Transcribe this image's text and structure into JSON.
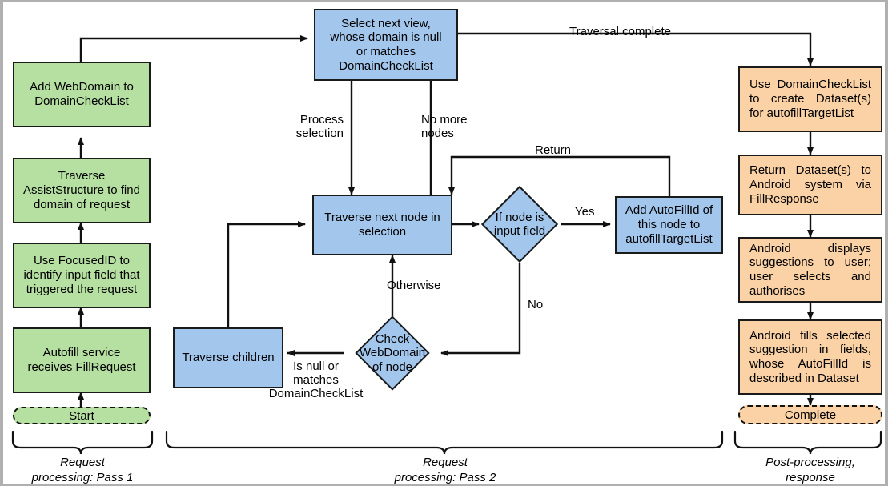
{
  "diagram": {
    "title": "Android Autofill service request-processing flowchart",
    "colors": {
      "pass1_fill": "#b6e0a2",
      "pass2_fill": "#a3c6ec",
      "post_fill": "#fbd2a6",
      "stroke": "#1a1a1a",
      "background": "#ffffff"
    }
  },
  "pass1": {
    "start": "Start",
    "nodes": [
      {
        "id": "autofill-service-receives-fillrequest",
        "label": "Autofill service\nreceives FillRequest"
      },
      {
        "id": "use-focusedid",
        "label": "Use FocusedID to\nidentify input field that\ntriggered the request"
      },
      {
        "id": "traverse-assiststructure",
        "label": "Traverse\nAssistStructure to find\ndomain of request"
      },
      {
        "id": "add-webdomain",
        "label": "Add WebDomain to\nDomainCheckList"
      }
    ],
    "caption": "Request\nprocessing: Pass 1"
  },
  "pass2": {
    "nodes": [
      {
        "id": "select-next-view",
        "label": "Select next view,\nwhose domain is null\nor matches\nDomainCheckList"
      },
      {
        "id": "traverse-next-node",
        "label": "Traverse next node in\nselection"
      },
      {
        "id": "add-autofillid",
        "label": "Add AutoFillId of\nthis node to\nautofillTargetList"
      },
      {
        "id": "traverse-children",
        "label": "Traverse children"
      }
    ],
    "decisions": [
      {
        "id": "if-node-is-input-field",
        "label": "If node is\ninput field"
      },
      {
        "id": "check-webdomain-of-node",
        "label": "Check\nWebDomain\nof node"
      }
    ],
    "edge_labels": {
      "process_selection": "Process\nselection",
      "no_more_nodes": "No more\nnodes",
      "return": "Return",
      "yes": "Yes",
      "no": "No",
      "otherwise": "Otherwise",
      "is_null_or_matches": "Is null or\nmatches\nDomainCheckList",
      "traversal_complete": "Traversal complete"
    },
    "caption": "Request\nprocessing: Pass 2"
  },
  "post": {
    "nodes": [
      {
        "id": "use-domainchecklist-create-dataset",
        "label": "Use DomainCheckList to create Dataset(s) for autofillTargetList"
      },
      {
        "id": "return-datasets",
        "label": "Return Dataset(s) to Android system via FillResponse"
      },
      {
        "id": "android-displays-suggestions",
        "label": "Android displays suggestions to user; user selects and authorises"
      },
      {
        "id": "android-fills-selected",
        "label": "Android fills selected suggestion in fields, whose AutoFillId is described in Dataset"
      }
    ],
    "complete": "Complete",
    "caption": "Post-processing,\nresponse"
  }
}
